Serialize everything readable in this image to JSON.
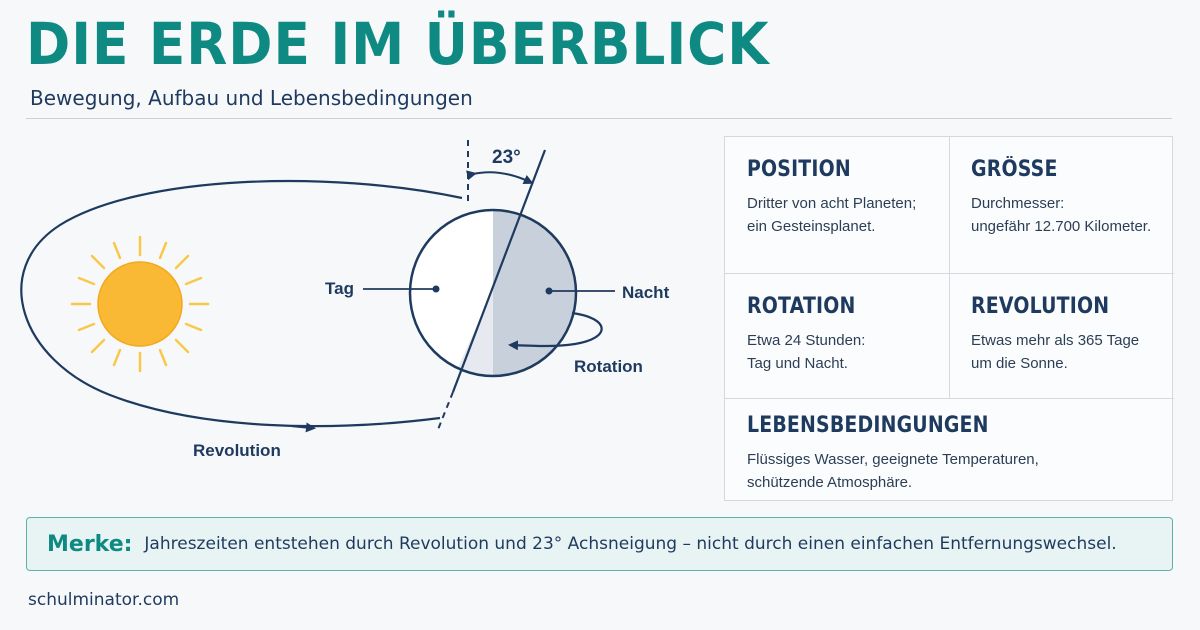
{
  "header": {
    "title": "DIE ERDE IM ÜBERBLICK",
    "subtitle": "Bewegung, Aufbau und Lebensbedingungen"
  },
  "diagram": {
    "tilt_label": "23°",
    "day_label": "Tag",
    "night_label": "Nacht",
    "rotation_label": "Rotation",
    "revolution_label": "Revolution",
    "icons": [
      "sun-icon",
      "earth-icon"
    ]
  },
  "facts": {
    "position": {
      "title": "POSITION",
      "line1": "Dritter von acht Planeten;",
      "line2": "ein Gesteinsplanet."
    },
    "size": {
      "title": "GRÖSSE",
      "line1": "Durchmesser:",
      "line2": "ungefähr 12.700 Kilometer."
    },
    "rotation": {
      "title": "ROTATION",
      "line1": "Etwa 24 Stunden:",
      "line2": "Tag und Nacht."
    },
    "revolution": {
      "title": "REVOLUTION",
      "line1": "Etwas mehr als 365 Tage",
      "line2": "um die Sonne."
    },
    "life": {
      "title": "LEBENSBEDINGUNGEN",
      "line1": "Flüssiges Wasser, geeignete Temperaturen,",
      "line2": "schützende Atmosphäre."
    }
  },
  "note": {
    "label": "Merke:",
    "text": "Jahreszeiten entstehen durch Revolution und 23° Achsneigung – nicht durch einen einfachen Entfernungswechsel."
  },
  "footer": {
    "source": "schulminator.com"
  },
  "colors": {
    "accent": "#0e8a83",
    "navy": "#1f3a5f",
    "sun": "#f9b935",
    "night": "#c8d0dc"
  }
}
